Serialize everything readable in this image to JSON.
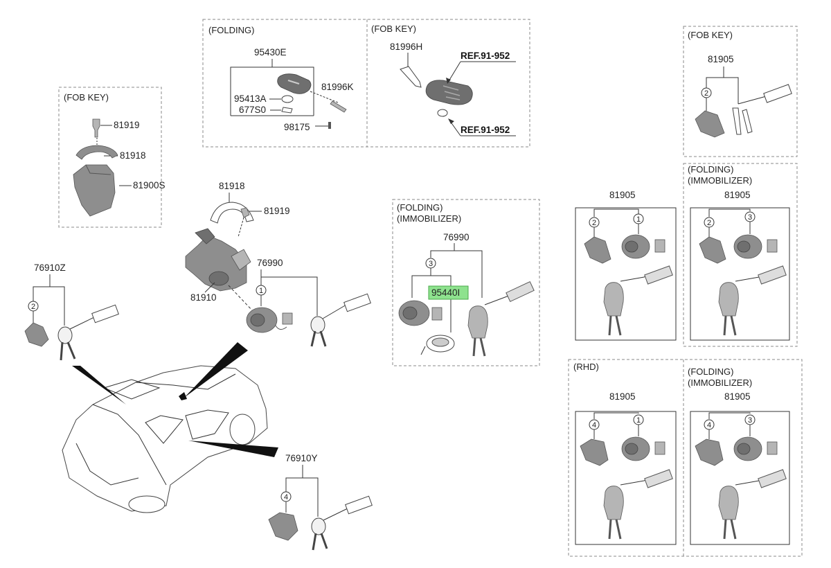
{
  "sections": {
    "folding": "(FOLDING)",
    "fob_key_top": "(FOB KEY)",
    "fob_key_left": "(FOB KEY)",
    "fob_key_right": "(FOB KEY)",
    "folding_immob_mid_1": "(FOLDING)",
    "folding_immob_mid_2": "(IMMOBILIZER)",
    "folding_immob_r1_1": "(FOLDING)",
    "folding_immob_r1_2": "(IMMOBILIZER)",
    "rhd": "(RHD)",
    "folding_immob_r2_1": "(FOLDING)",
    "folding_immob_r2_2": "(IMMOBILIZER)"
  },
  "labels": {
    "p95430E": "95430E",
    "p95413A": "95413A",
    "p677S0": "677S0",
    "p81996K": "81996K",
    "p98175": "98175",
    "p81996H": "81996H",
    "ref1": "REF.91-952",
    "ref2": "REF.91-952",
    "p81919_l": "81919",
    "p81918_l": "81918",
    "p81900S": "81900S",
    "p81918_c": "81918",
    "p81919_c": "81919",
    "p81910": "81910",
    "p76990_c": "76990",
    "p76910Z": "76910Z",
    "p76910Y": "76910Y",
    "p76990_m": "76990",
    "p95440I": "95440I",
    "p81905_fob": "81905",
    "p81905_a": "81905",
    "p81905_b": "81905",
    "p81905_c": "81905",
    "p81905_d": "81905"
  },
  "circles": {
    "c1_center": "1",
    "c2_left": "2",
    "c4_bottom": "4",
    "c3_mid": "3",
    "c2_fob": "2",
    "c2_a": "2",
    "c1_a": "1",
    "c2_b": "2",
    "c3_b": "3",
    "c4_c": "4",
    "c1_c": "1",
    "c4_d": "4",
    "c3_d": "3"
  },
  "colors": {
    "highlight": "#8ee28e",
    "part": "#8e8e8e"
  }
}
